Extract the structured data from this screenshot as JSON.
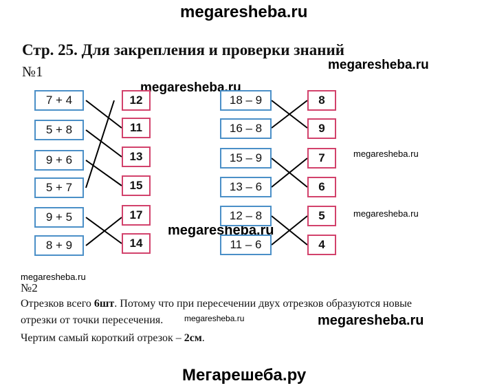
{
  "watermarks": {
    "top": "megaresheba.ru",
    "right_1": "megaresheba.ru",
    "center_1": "megaresheba.ru",
    "side_1": "megaresheba.ru",
    "side_2": "megaresheba.ru",
    "center_2": "megaresheba.ru",
    "left_small": "megaresheba.ru",
    "mid_small": "megaresheba.ru",
    "right_2": "megaresheba.ru",
    "footer": "Мегарешеба.ру"
  },
  "page_title": "Стр. 25. Для закрепления и проверки знаний",
  "task1": {
    "label": "№1",
    "left": {
      "expressions": [
        "7 + 4",
        "5 + 8",
        "9 + 6",
        "5 + 7",
        "9 + 5",
        "8 + 9"
      ],
      "answers": [
        "12",
        "11",
        "13",
        "15",
        "17",
        "14"
      ]
    },
    "right": {
      "expressions": [
        "18 – 9",
        "16 – 8",
        "15 – 9",
        "13 – 6",
        "12 – 8",
        "11 – 6"
      ],
      "answers": [
        "8",
        "9",
        "7",
        "6",
        "5",
        "4"
      ]
    },
    "line_color": "#000000",
    "expr_border_color": "#4a8fc7",
    "answer_border_color": "#d2416b"
  },
  "task2": {
    "label": "№2",
    "line1_a": "Отрезков всего ",
    "line1_b": "6шт",
    "line1_c": ". Потому что при пересечении двух отрезков образуются новые",
    "line2": "отрезки от точки пересечения.",
    "line3_a": "Чертим самый короткий отрезок – ",
    "line3_b": "2см",
    "line3_c": "."
  }
}
